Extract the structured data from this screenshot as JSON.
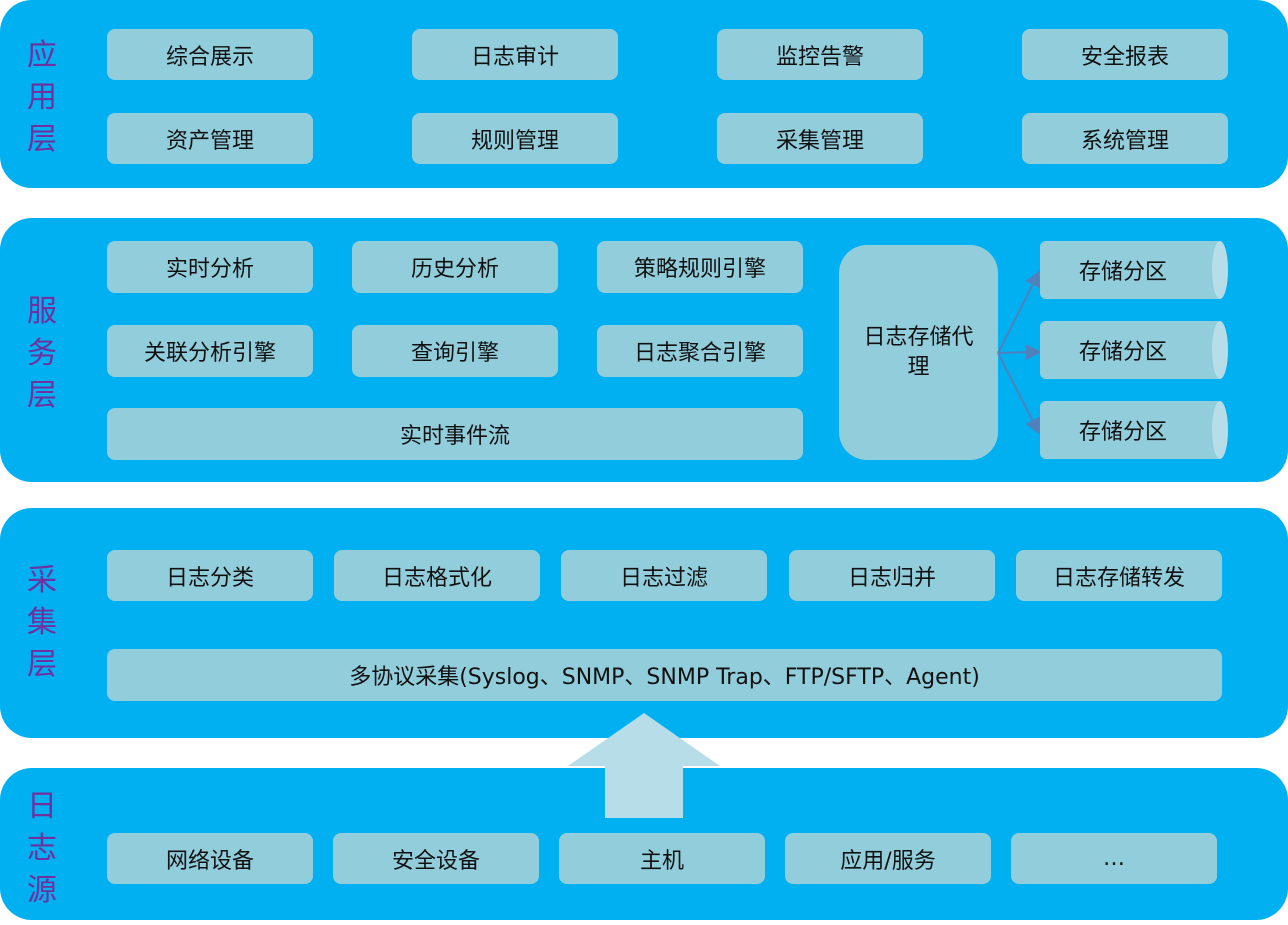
{
  "layers": {
    "app": {
      "label": "应用层",
      "items": [
        "综合展示",
        "日志审计",
        "监控告警",
        "安全报表",
        "资产管理",
        "规则管理",
        "采集管理",
        "系统管理"
      ]
    },
    "service": {
      "label": "服务层",
      "items": [
        "实时分析",
        "历史分析",
        "策略规则引擎",
        "关联分析引擎",
        "查询引擎",
        "日志聚合引擎"
      ],
      "stream": "实时事件流",
      "proxy": "日志存储代理",
      "partitions": [
        "存储分区",
        "存储分区",
        "存储分区"
      ]
    },
    "collect": {
      "label": "采集层",
      "items": [
        "日志分类",
        "日志格式化",
        "日志过滤",
        "日志归并",
        "日志存储转发"
      ],
      "protocols": "多协议采集(Syslog、SNMP、SNMP Trap、FTP/SFTP、Agent)"
    },
    "source": {
      "label": "日志源",
      "items": [
        "网络设备",
        "安全设备",
        "主机",
        "应用/服务",
        "…"
      ]
    }
  },
  "colors": {
    "layer": "#00B0F0",
    "box": "#92CDDC",
    "label": "#7030A0",
    "arrow": "#B7DEE8",
    "connector": "#4F81BD"
  }
}
